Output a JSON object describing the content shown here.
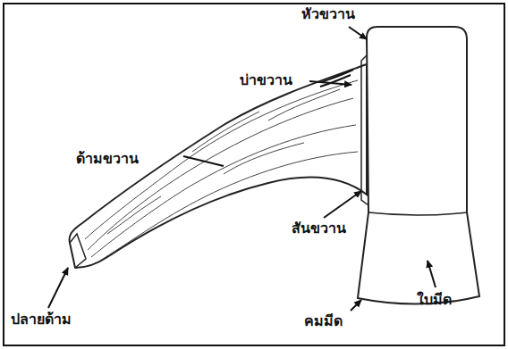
{
  "diagram": {
    "labels": [
      "หัวขวาน",
      "บ่าขวาน",
      "ด้ามขวาน",
      "สันขวาน",
      "คมมีด",
      "ใบมีด",
      "ปลายด้าม"
    ]
  }
}
